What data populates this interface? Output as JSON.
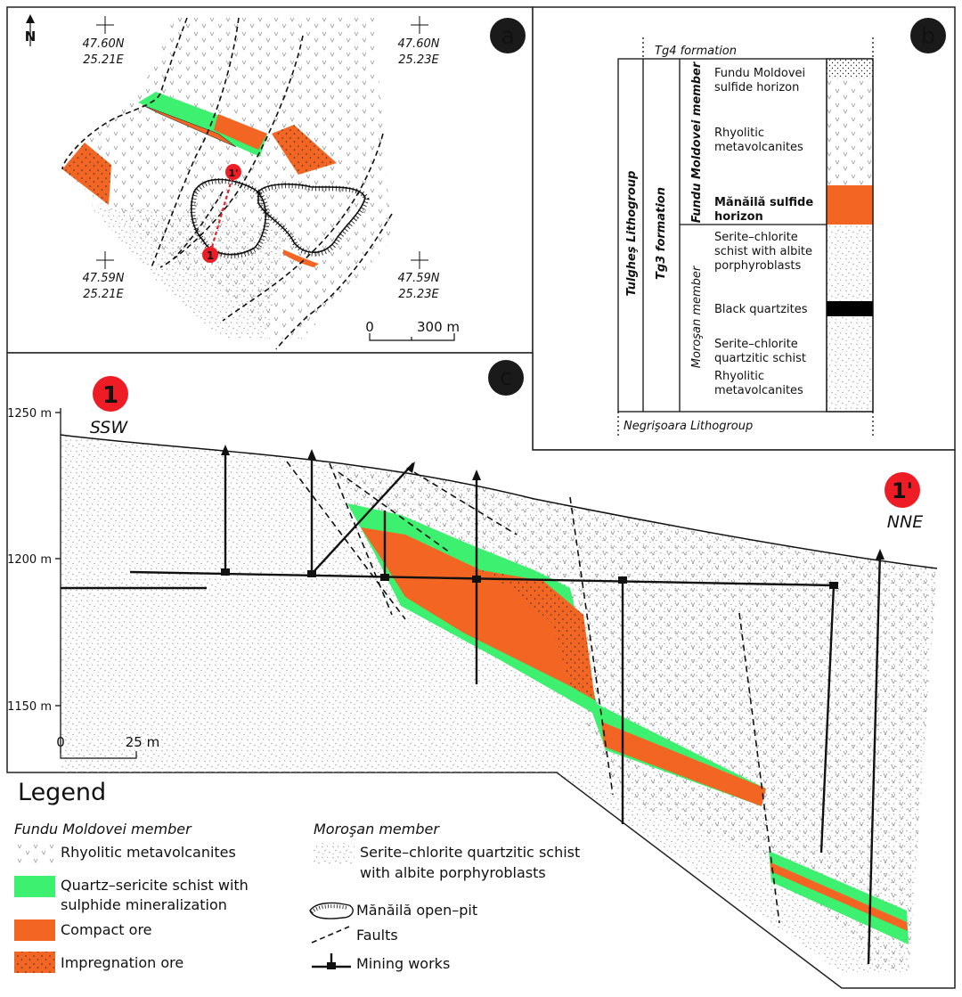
{
  "panels": {
    "a": "a",
    "b": "b",
    "c": "c"
  },
  "map": {
    "north": "N",
    "coords": [
      {
        "lat": "47.60N",
        "lon": "25.21E"
      },
      {
        "lat": "47.60N",
        "lon": "25.23E"
      },
      {
        "lat": "47.59N",
        "lon": "25.21E"
      },
      {
        "lat": "47.59N",
        "lon": "25.23E"
      }
    ],
    "section_start": "1",
    "section_end": "1'",
    "scale_zero": "0",
    "scale_end": "300 m"
  },
  "column": {
    "top_formation": "Tg4 formation",
    "bottom_lithogroup": "Negrişoara Lithogroup",
    "lithogroup": "Tulgheş Lithogroup",
    "formation": "Tg3 formation",
    "member_upper": "Fundu Moldovei member",
    "member_lower": "Moroşan member",
    "units": [
      {
        "line1": "Fundu Moldovei",
        "line2": "sulfide horizon"
      },
      {
        "line1": "Rhyolitic",
        "line2": "metavolcanites"
      },
      {
        "line1": "Mănăilă sulfide",
        "line2": "horizon"
      },
      {
        "line1": "Serite–chlorite",
        "line2": "schist with albite",
        "line3": "porphyroblasts"
      },
      {
        "line1": "Black quartzites"
      },
      {
        "line1": "Serite–chlorite",
        "line2": "quartzitic schist"
      },
      {
        "line1": "Rhyolitic",
        "line2": "metavolcanites"
      }
    ]
  },
  "section": {
    "start_marker": "1",
    "end_marker": "1'",
    "start_dir": "SSW",
    "end_dir": "NNE",
    "elevations": [
      "1250 m",
      "1200 m",
      "1150 m"
    ],
    "scale_zero": "0",
    "scale_end": "25 m"
  },
  "legend": {
    "title": "Legend",
    "group_fundu": "Fundu Moldovei member",
    "group_morosan": "Moroşan member",
    "rhyolitic": "Rhyolitic metavolcanites",
    "schist_line1": "Serite–chlorite quartzitic schist",
    "schist_line2": "with albite porphyroblasts",
    "quartz_line1": "Quartz–sericite schist with",
    "quartz_line2": "sulphide mineralization",
    "openpit": "Mănăilă open–pit",
    "compact": "Compact ore",
    "faults": "Faults",
    "impregnation": "Impregnation ore",
    "mining": "Mining works"
  },
  "colors": {
    "ore": "#f26522",
    "green": "#3df06f",
    "marker": "#ee1c24"
  }
}
